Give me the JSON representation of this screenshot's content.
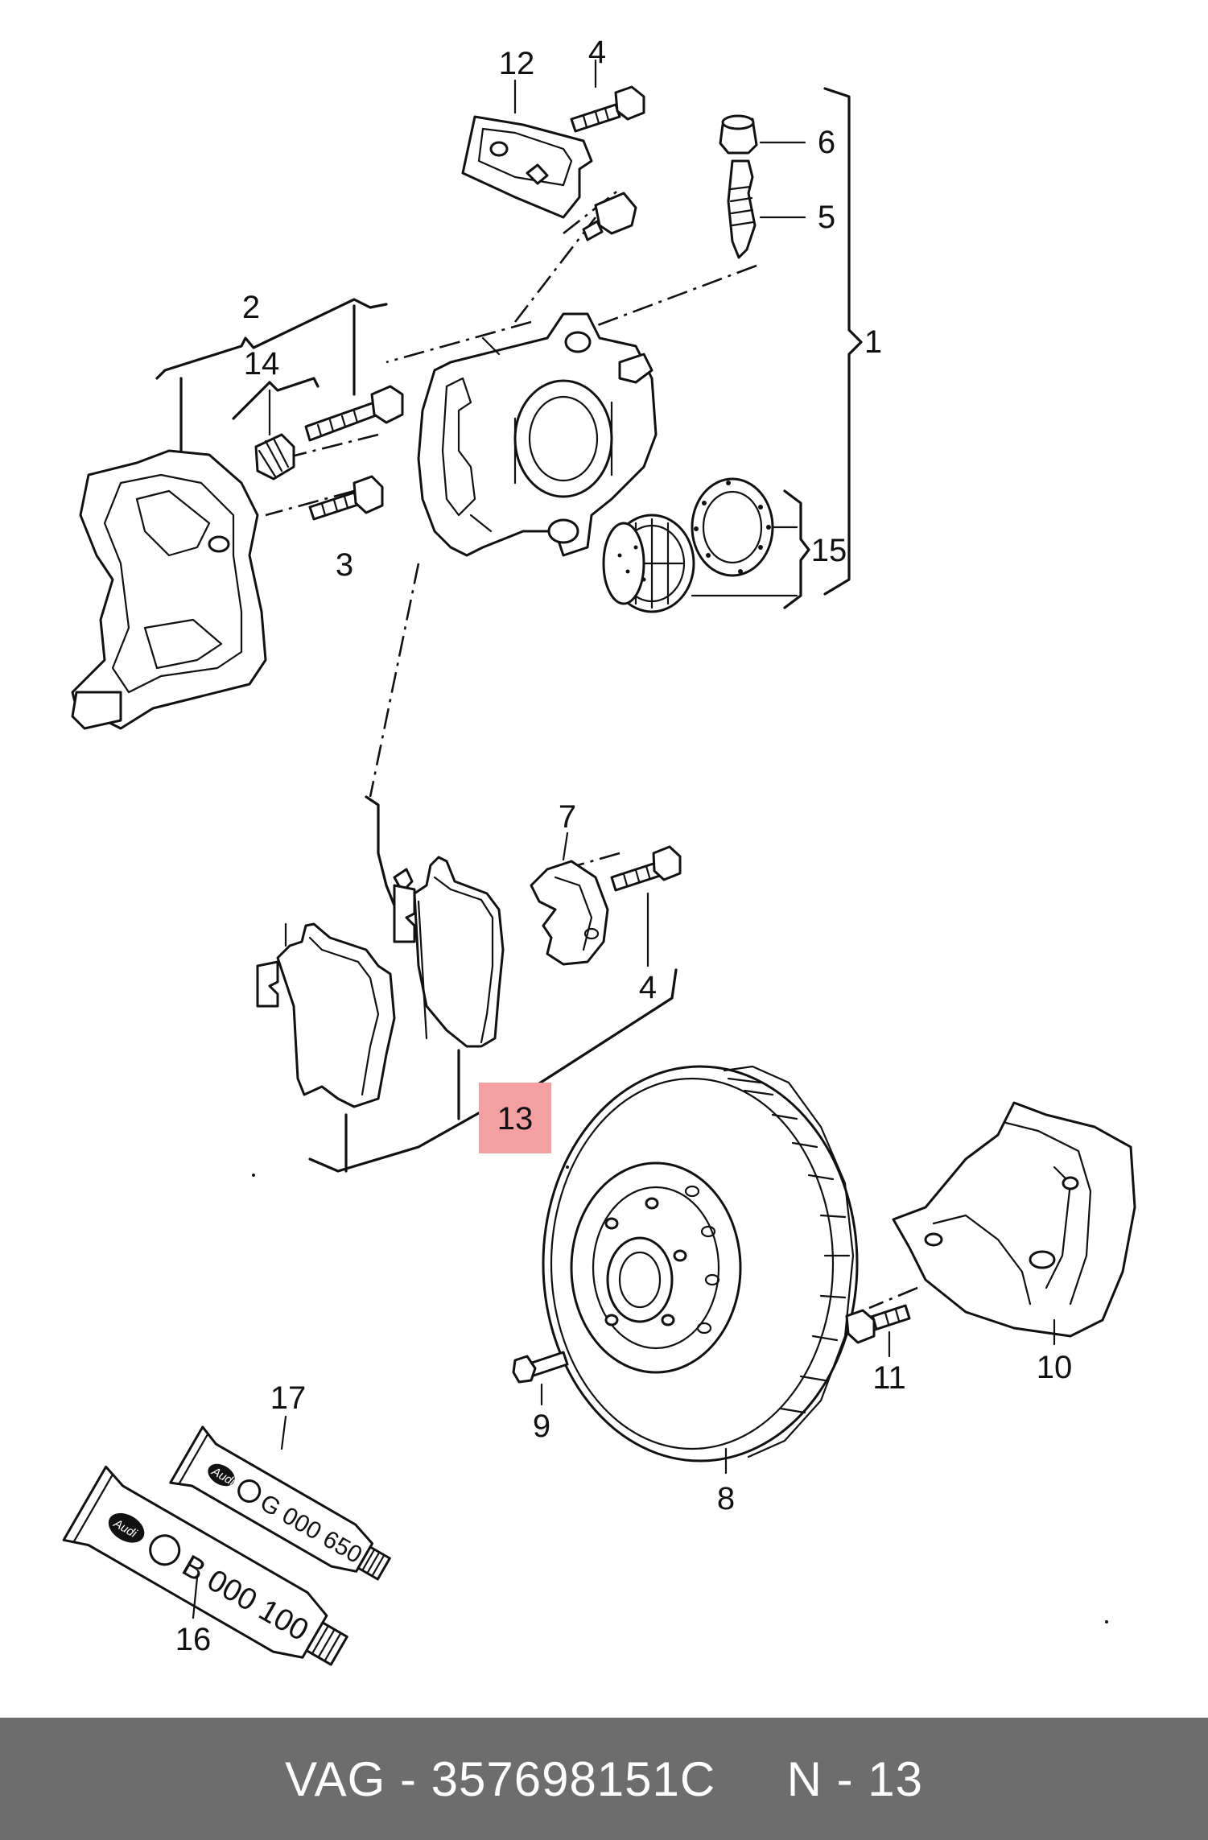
{
  "diagram": {
    "callouts": [
      "1",
      "2",
      "3",
      "4",
      "5",
      "6",
      "7",
      "4",
      "8",
      "9",
      "10",
      "11",
      "12",
      "13",
      "14",
      "15",
      "16",
      "17"
    ],
    "highlight_color": "#f4a0a2",
    "tube_b": {
      "brand": "Audi",
      "code": "B 000 100"
    },
    "tube_g": {
      "brand": "Audi",
      "code": "G 000 650"
    }
  },
  "footer": {
    "label": "VAG - 357698151C     N - 13",
    "background": "#6d6d6d"
  }
}
